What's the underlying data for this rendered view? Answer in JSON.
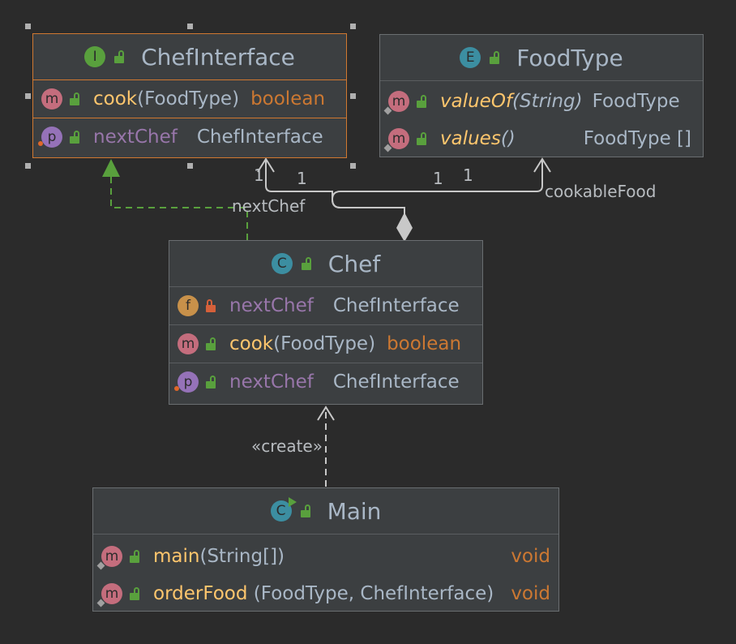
{
  "classes": {
    "chefinterface": {
      "kind_letter": "I",
      "title": "ChefInterface",
      "methods": [
        {
          "name": "cook",
          "open": "(",
          "params": "FoodType",
          "close": ")",
          "returns": "boolean"
        }
      ],
      "properties": [
        {
          "name": "nextChef",
          "type": "ChefInterface"
        }
      ]
    },
    "foodtype": {
      "kind_letter": "E",
      "title": "FoodType",
      "methods": [
        {
          "name": "valueOf",
          "open": "(",
          "params": "String",
          "close": ")",
          "returns": "FoodType"
        },
        {
          "name": "values",
          "open": "(",
          "params": "",
          "close": ")",
          "returns": "FoodType []"
        }
      ]
    },
    "chef": {
      "kind_letter": "C",
      "title": "Chef",
      "fields": [
        {
          "name": "nextChef",
          "type": "ChefInterface"
        }
      ],
      "methods": [
        {
          "name": "cook",
          "open": "(",
          "params": "FoodType",
          "close": ")",
          "returns": "boolean"
        }
      ],
      "properties": [
        {
          "name": "nextChef",
          "type": "ChefInterface"
        }
      ]
    },
    "main": {
      "kind_letter": "C",
      "title": "Main",
      "methods": [
        {
          "name": "main",
          "open": "(",
          "params": "String[]",
          "close": ")",
          "returns": "void"
        },
        {
          "name": "orderFood",
          "open": " (",
          "params": "FoodType, ChefInterface",
          "close": ")",
          "returns": "void"
        }
      ]
    }
  },
  "badges": {
    "method": "m",
    "property": "p",
    "field": "f"
  },
  "edge_labels": {
    "mult_chefinterface_left": "1",
    "mult_chefinterface_right": "1",
    "mult_foodtype_left": "1",
    "mult_foodtype_right": "1",
    "assoc_nextchef": "nextChef",
    "assoc_cookablefood": "cookableFood",
    "create": "«create»"
  },
  "colors": {
    "background": "#2b2b2b",
    "box_fill": "#3c3f41",
    "selection": "#d07830",
    "realization_edge": "#59a03d",
    "edge": "#c8c8c8",
    "method_name": "#ffc66d",
    "property_name": "#9876aa",
    "return_type": "#cc7832"
  },
  "icons": [
    "interface-icon",
    "enum-icon",
    "class-icon",
    "runnable-class-icon",
    "method-icon",
    "property-icon",
    "field-icon",
    "public-lock-icon",
    "private-lock-icon"
  ]
}
